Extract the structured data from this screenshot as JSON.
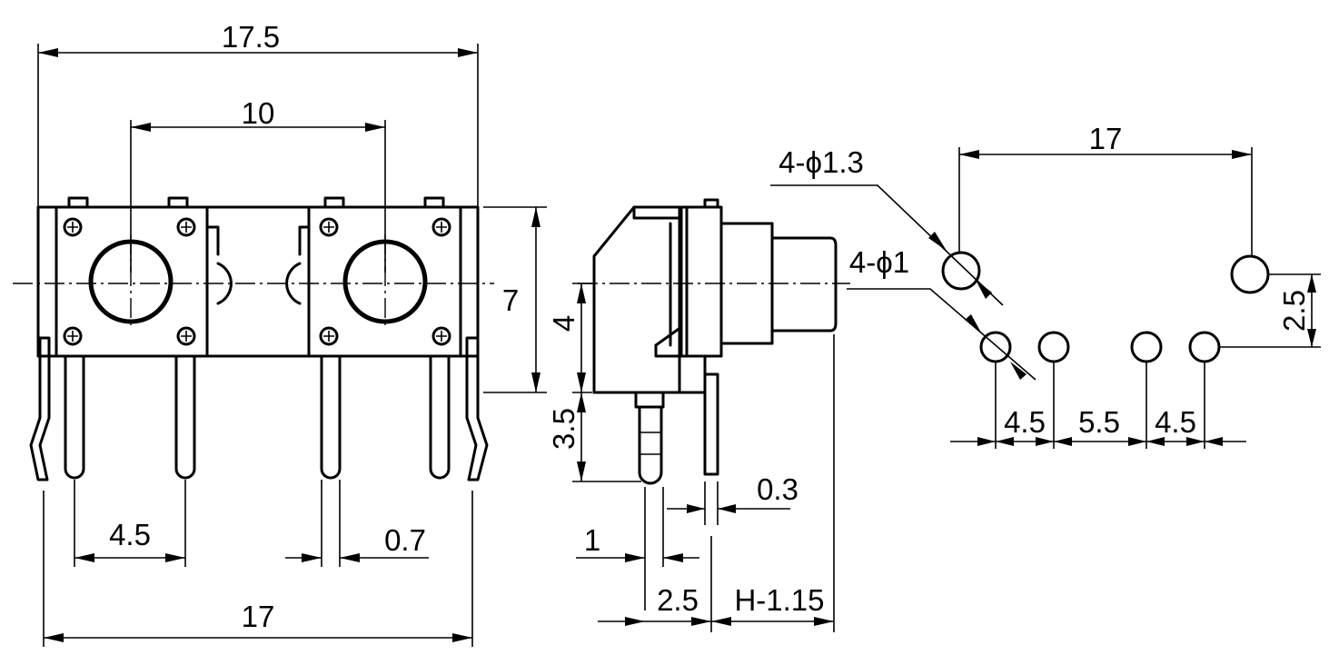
{
  "colors": {
    "line": "#000000",
    "background": "#ffffff"
  },
  "front_view": {
    "overall_width": "17.5",
    "button_pitch": "10",
    "height": "7",
    "pin_spacing": "4.5",
    "pin_width": "0.7",
    "lead_span": "17"
  },
  "side_view": {
    "center_height": "4",
    "pin_length": "3.5",
    "pin_thickness": "0.3",
    "pin_width": "1",
    "pin_offset": "2.5",
    "actuator": "H-1.15"
  },
  "pcb_layout": {
    "large_hole": "4-ϕ1.3",
    "small_hole": "4-ϕ1",
    "large_hole_span": "17",
    "vertical_offset": "2.5",
    "spacing_left": "4.5",
    "spacing_center": "5.5",
    "spacing_right": "4.5"
  }
}
